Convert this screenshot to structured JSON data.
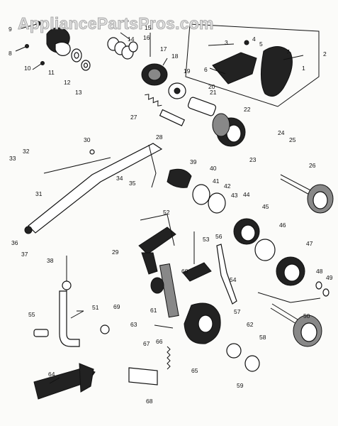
{
  "watermark": "AppliancePartsPros.com",
  "part_labels": [
    "1",
    "2",
    "3",
    "4",
    "5",
    "6",
    "7",
    "8",
    "9",
    "10",
    "11",
    "12",
    "13",
    "14",
    "15",
    "16",
    "17",
    "18",
    "19",
    "20",
    "21",
    "22",
    "23",
    "24",
    "25",
    "26",
    "27",
    "28",
    "29",
    "30",
    "31",
    "32",
    "33",
    "34",
    "35",
    "36",
    "37",
    "38",
    "39",
    "40",
    "41",
    "42",
    "43",
    "44",
    "45",
    "46",
    "47",
    "48",
    "49",
    "50",
    "51",
    "52",
    "53",
    "54",
    "55",
    "56",
    "57",
    "58",
    "59",
    "60",
    "61",
    "62",
    "63",
    "64",
    "65",
    "66",
    "67",
    "68",
    "69"
  ],
  "icons": [
    "washer-icon",
    "screw-icon",
    "knob-icon",
    "gear-icon",
    "spring-icon",
    "lever-icon",
    "bracket-icon"
  ]
}
